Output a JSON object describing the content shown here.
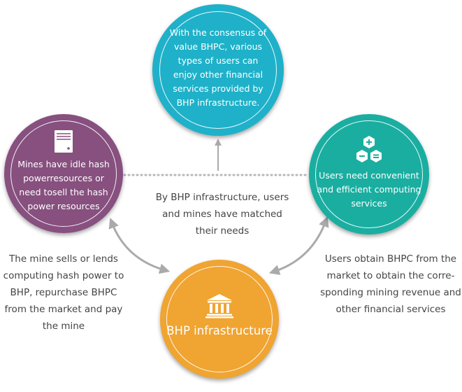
{
  "top_circle": {
    "text": "With the consensus of value BHPC, various types of users can enjoy other financial services provided by BHP infrastructure.",
    "color": "#1fb1c9"
  },
  "left_circle": {
    "text": "Mines have idle hash powerresources or need tosell the hash power resources",
    "icon": "server-icon",
    "color": "#87507f"
  },
  "right_circle": {
    "text": "Users need convenient and efficient computing services",
    "icon": "plus-minus-equals-icon",
    "color": "#1aaea1"
  },
  "bottom_circle": {
    "text": "BHP infrastructure",
    "icon": "bank-building-icon",
    "color": "#f0a431"
  },
  "center_text": "By BHP infrastructure, users and mines have matched their needs",
  "left_text": "The mine sells or lends computing hash power to BHP, repurchase BHPC from the market and pay the mine",
  "right_text": "Users obtain BHPC from the market to obtain the corre-sponding mining revenue and other financial services"
}
